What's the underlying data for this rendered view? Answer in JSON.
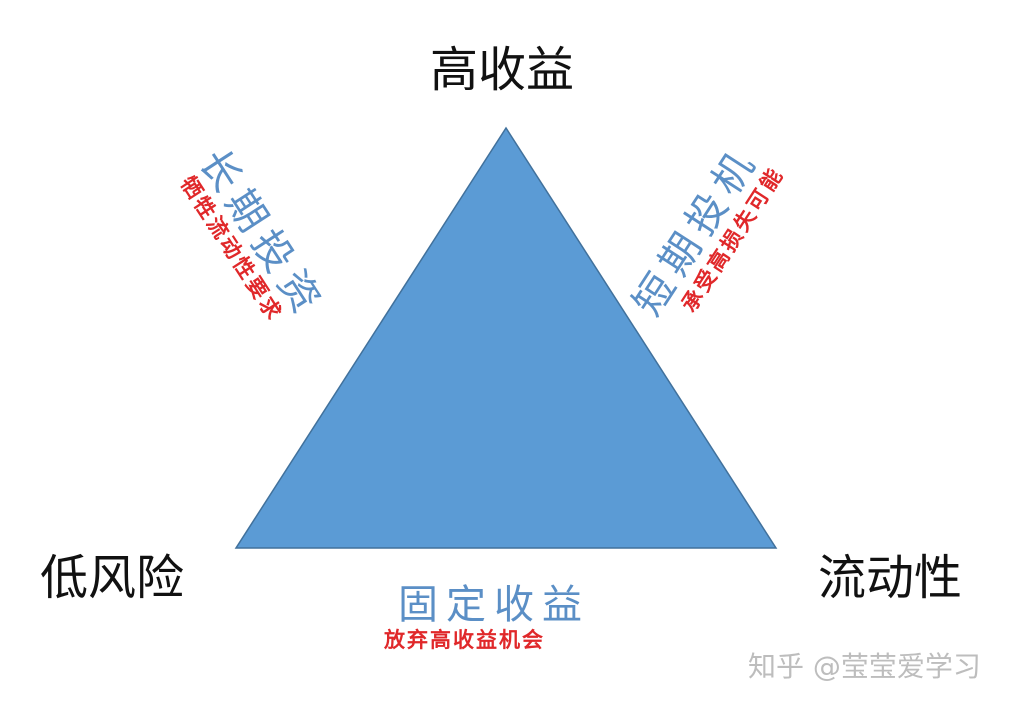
{
  "corners": {
    "top": "高收益",
    "bottom_left": "低风险",
    "bottom_right": "流动性"
  },
  "sides": {
    "left": {
      "title": "长期投资",
      "note": "牺牲流动性要求"
    },
    "right": {
      "title": "短期投机",
      "note": "承受高损失可能"
    },
    "bottom": {
      "title": "固定收益",
      "note": "放弃高收益机会"
    }
  },
  "watermark": "知乎 @莹莹爱学习",
  "colors": {
    "triangle_fill": "#5b9bd5",
    "triangle_stroke": "#41719c",
    "side_title": "#5b8fc6",
    "side_note": "#e0282a",
    "corner_text": "#111111"
  }
}
